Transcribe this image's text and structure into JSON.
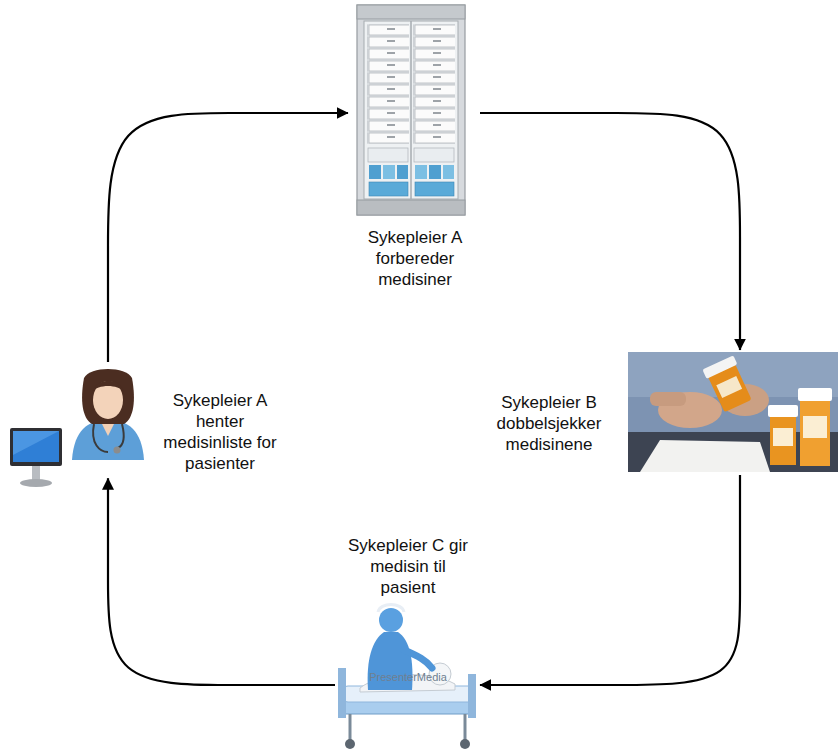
{
  "diagram": {
    "nodes": [
      {
        "text": [
          "Sykepleier A forbereder medisiner"
        ]
      },
      {
        "text": [
          "Sykepleier A henter medisinliste for pasienter"
        ]
      },
      {
        "text": [
          "Sykepleier B dobbelsjekker medisinene"
        ]
      },
      {
        "text": [
          "Sykepleier C gir medisin til pasient"
        ]
      }
    ],
    "edges": [
      {
        "from": 1,
        "to": 0,
        "arrow": "to"
      },
      {
        "from": 0,
        "to": 2,
        "arrow": "to"
      },
      {
        "from": 2,
        "to": 3,
        "arrow": "to"
      },
      {
        "from": 3,
        "to": 1,
        "arrow": "to"
      }
    ],
    "labels": [
      "PresenterMedia"
    ]
  }
}
